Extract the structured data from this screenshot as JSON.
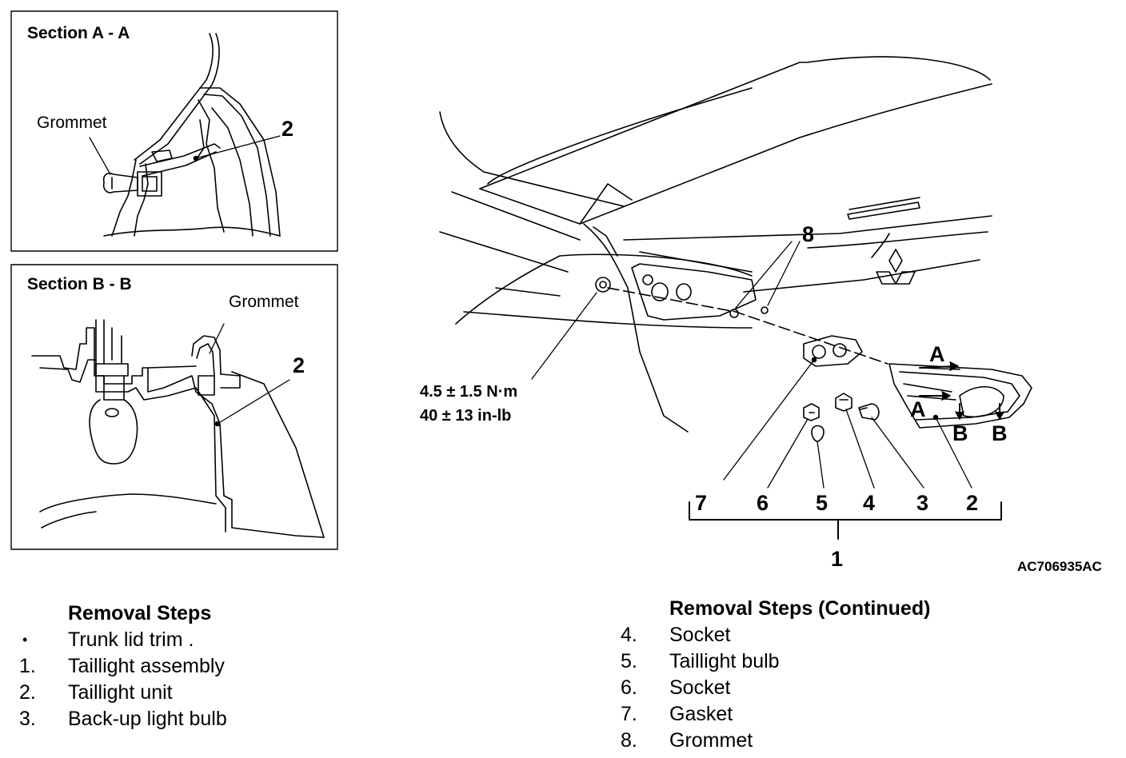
{
  "section_a": {
    "title": "Section A - A",
    "grommet": "Grommet",
    "callout": "2"
  },
  "section_b": {
    "title": "Section B - B",
    "grommet": "Grommet",
    "callout": "2"
  },
  "main": {
    "torque_line1": "4.5 ± 1.5 N·m",
    "torque_line2": "40 ± 13 in-lb",
    "callouts": {
      "c1": "1",
      "c2": "2",
      "c3": "3",
      "c4": "4",
      "c5": "5",
      "c6": "6",
      "c7": "7",
      "c8": "8",
      "section_a": "A",
      "section_a2": "A",
      "section_b1": "B",
      "section_b2": "B"
    },
    "figure_code": "AC706935AC"
  },
  "removal_left": {
    "title": "Removal Steps",
    "items": [
      {
        "num": "•",
        "label": "Trunk lid trim ."
      },
      {
        "num": "1.",
        "label": "Taillight assembly"
      },
      {
        "num": "2.",
        "label": "Taillight unit"
      },
      {
        "num": "3.",
        "label": "Back-up light bulb"
      }
    ]
  },
  "removal_right": {
    "title": "Removal Steps (Continued)",
    "items": [
      {
        "num": "4.",
        "label": "Socket"
      },
      {
        "num": "5.",
        "label": "Taillight bulb"
      },
      {
        "num": "6.",
        "label": "Socket"
      },
      {
        "num": "7.",
        "label": "Gasket"
      },
      {
        "num": "8.",
        "label": "Grommet"
      }
    ]
  }
}
